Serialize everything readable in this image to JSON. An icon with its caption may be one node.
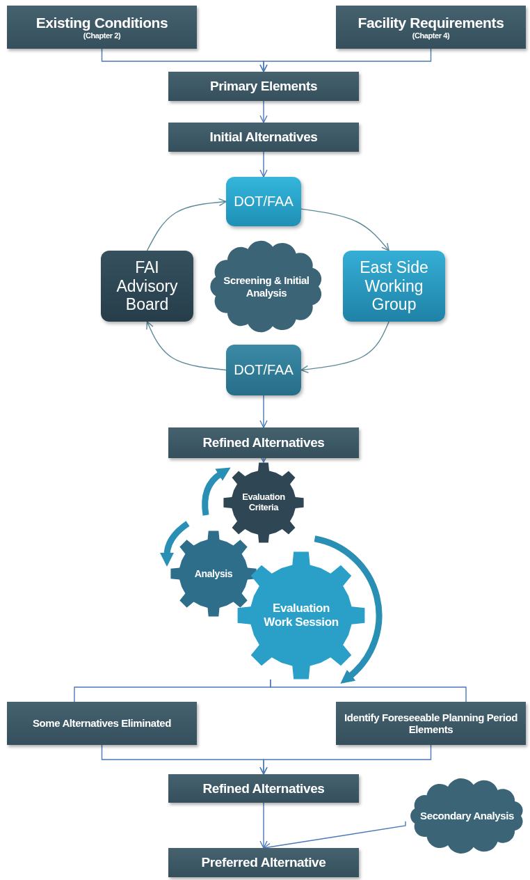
{
  "diagram": {
    "nodes": [
      {
        "text": [
          "Existing Conditions",
          "(Chapter 2)"
        ]
      },
      {
        "text": [
          "Facility Requirements",
          "(Chapter 4)"
        ]
      },
      {
        "text": [
          "Primary Elements"
        ]
      },
      {
        "text": [
          "Initial Alternatives"
        ]
      },
      {
        "text": [
          "DOT/FAA"
        ]
      },
      {
        "text": [
          "FAI Advisory Board"
        ]
      },
      {
        "text": [
          "Screening & Initial Analysis"
        ]
      },
      {
        "text": [
          "East Side Working Group"
        ]
      },
      {
        "text": [
          "DOT/FAA"
        ]
      },
      {
        "text": [
          "Refined Alternatives"
        ]
      },
      {
        "text": [
          "Evaluation Criteria"
        ]
      },
      {
        "text": [
          "Analysis"
        ]
      },
      {
        "text": [
          "Evaluation Work Session"
        ]
      },
      {
        "text": [
          "Some Alternatives Eliminated"
        ]
      },
      {
        "text": [
          "Identify Foreseeable Planning Period Elements"
        ]
      },
      {
        "text": [
          "Refined Alternatives"
        ]
      },
      {
        "text": [
          "Secondary Analysis"
        ]
      },
      {
        "text": [
          "Preferred Alternative"
        ]
      }
    ],
    "edges": [
      {
        "from": 0,
        "to": 2,
        "arrow": "to"
      },
      {
        "from": 1,
        "to": 2,
        "arrow": "to"
      },
      {
        "from": 2,
        "to": 3,
        "arrow": "to"
      },
      {
        "from": 3,
        "to": 4,
        "arrow": "to"
      },
      {
        "from": 4,
        "to": 7,
        "arrow": "to",
        "color": "#5b8a99"
      },
      {
        "from": 7,
        "to": 8,
        "arrow": "to",
        "color": "#5b8a99"
      },
      {
        "from": 8,
        "to": 5,
        "arrow": "to",
        "color": "#5b8a99"
      },
      {
        "from": 5,
        "to": 4,
        "arrow": "to",
        "color": "#5b8a99"
      },
      {
        "from": 8,
        "to": 9,
        "arrow": "to"
      },
      {
        "from": 9,
        "to": 10,
        "arrow": "to"
      },
      {
        "from": 12,
        "to": 13,
        "arrow": "none"
      },
      {
        "from": 12,
        "to": 14,
        "arrow": "none"
      },
      {
        "from": 13,
        "to": 15,
        "arrow": "to"
      },
      {
        "from": 14,
        "to": 15,
        "arrow": "to"
      },
      {
        "from": 15,
        "to": 17,
        "arrow": "to"
      },
      {
        "from": 16,
        "to": 17,
        "arrow": "to"
      }
    ]
  }
}
